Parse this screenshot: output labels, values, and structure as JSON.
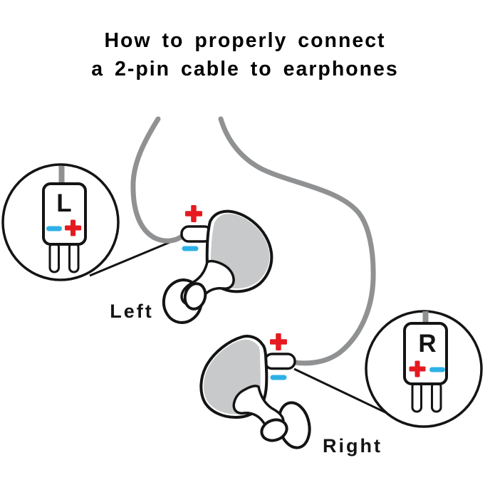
{
  "title": {
    "line1": "How to properly connect",
    "line2": "a 2-pin cable to earphones"
  },
  "colors": {
    "outline": "#141414",
    "cable_gray": "#8f9192",
    "shell_gray": "#c8c9ca",
    "plus_red": "#e51a20",
    "minus_cyan": "#2eb1e6",
    "background": "#ffffff",
    "title_text": "#000000"
  },
  "connectors": {
    "left": {
      "label": "L",
      "mark_order_left_to_right": [
        "minus",
        "plus"
      ]
    },
    "right": {
      "label": "R",
      "mark_order_left_to_right": [
        "plus",
        "minus"
      ]
    }
  },
  "earphones": {
    "left": {
      "label": "Left",
      "top_mark": "plus",
      "bottom_mark": "minus"
    },
    "right": {
      "label": "Right",
      "top_mark": "plus",
      "bottom_mark": "minus"
    }
  }
}
